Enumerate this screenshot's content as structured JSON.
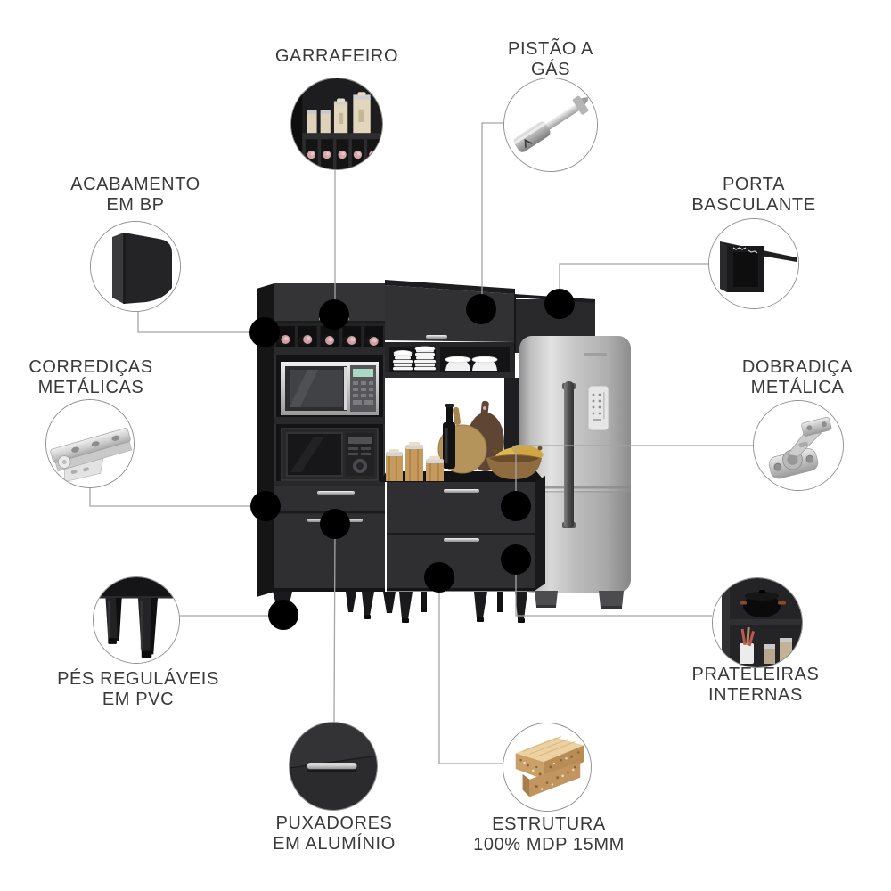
{
  "diagram": {
    "type": "product-feature-callout-diagram",
    "product": "kitchen-cabinet-set-with-refrigerator",
    "colors": {
      "background": "#ffffff",
      "label_text": "#3a3a3a",
      "connector_line": "#a5a5a5",
      "connector_dot": "#000000",
      "cabinet_black": "#2f2f31",
      "fridge_silver": "#c6c6c6",
      "handle_aluminum": "#d9d9d9",
      "wood_mdp": "#caa069",
      "wine_cap_pink": "#d8a5ad"
    },
    "features": [
      {
        "id": "garrafeiro",
        "label_line1": "GARRAFEIRO",
        "label_line2": "",
        "icon": "bottle-rack-icon",
        "side": "top-left"
      },
      {
        "id": "pistao-a-gas",
        "label_line1": "PISTÃO A",
        "label_line2": "GÁS",
        "icon": "gas-piston-icon",
        "side": "top-right"
      },
      {
        "id": "acabamento-em-bp",
        "label_line1": "ACABAMENTO",
        "label_line2": "EM BP",
        "icon": "bp-finish-icon",
        "side": "left-upper"
      },
      {
        "id": "porta-basculante",
        "label_line1": "PORTA",
        "label_line2": "BASCULANTE",
        "icon": "flip-up-door-icon",
        "side": "right-upper"
      },
      {
        "id": "corredicas-metalicas",
        "label_line1": "CORREDIÇAS",
        "label_line2": "METÁLICAS",
        "icon": "metal-slide-icon",
        "side": "left-middle"
      },
      {
        "id": "dobradica-metalica",
        "label_line1": "DOBRADIÇA",
        "label_line2": "METÁLICA",
        "icon": "metal-hinge-icon",
        "side": "right-middle"
      },
      {
        "id": "pes-regulaveis-pvc",
        "label_line1": "PÉS REGULÁVEIS",
        "label_line2": "EM PVC",
        "icon": "adjustable-feet-icon",
        "side": "left-lower"
      },
      {
        "id": "prateleiras-internas",
        "label_line1": "PRATELEIRAS",
        "label_line2": "INTERNAS",
        "icon": "internal-shelves-icon",
        "side": "right-lower"
      },
      {
        "id": "puxadores-aluminio",
        "label_line1": "PUXADORES",
        "label_line2": "EM ALUMÍNIO",
        "icon": "aluminum-handle-icon",
        "side": "bottom-left"
      },
      {
        "id": "estrutura-mdp",
        "label_line1": "ESTRUTURA",
        "label_line2": "100% MDP 15MM",
        "icon": "mdp-board-icon",
        "side": "bottom-right"
      }
    ]
  }
}
